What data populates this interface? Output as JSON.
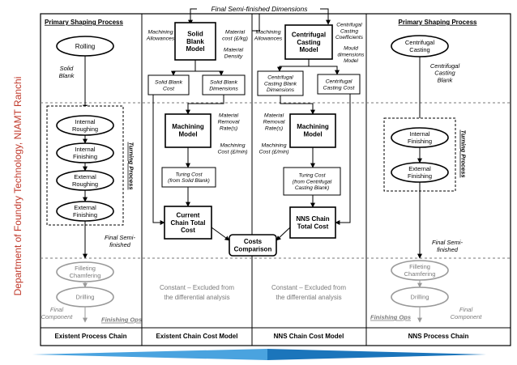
{
  "side_label": "Department of Foundry Technology, NIAMT Ranchi",
  "colors": {
    "line": "#000000",
    "gray": "#999999",
    "gray_text": "#7a7a7a",
    "side_text": "#c0392b",
    "bar_light": "#4aa3df",
    "bar_dark": "#1b75bb"
  },
  "top_title": "Final Semi-finished Dimensions",
  "columns": {
    "existent_process_chain": "Existent Process Chain",
    "existent_chain_cost_model": "Existent Chain Cost Model",
    "nns_chain_cost_model": "NNS Chain Cost Model",
    "nns_process_chain": "NNS Process Chain"
  },
  "left_chain": {
    "heading": "Primary Shaping Process",
    "rolling": "Rolling",
    "solid_blank": [
      "Solid",
      "Blank"
    ],
    "turning_process": "Turning Process",
    "ops": [
      [
        "Internal",
        "Roughing"
      ],
      [
        "Internal",
        "Finishing"
      ],
      [
        "External",
        "Roughing"
      ],
      [
        "External",
        "Finishing"
      ]
    ],
    "final_semi": [
      "Final Semi-",
      "finished"
    ],
    "filleting": [
      "Filleting",
      "Chamfering"
    ],
    "drilling": "Drilling",
    "final_component": [
      "Final",
      "Component"
    ],
    "finishing_ops": "Finishing Ops"
  },
  "right_chain": {
    "heading": "Primary Shaping Process",
    "centrifugal_casting": [
      "Centrifugal",
      "Casting"
    ],
    "centrifugal_casting_blank": [
      "Centrifugal",
      "Casting",
      "Blank"
    ],
    "turning_process": "Turning Process",
    "ops": [
      [
        "Internal",
        "Finishing"
      ],
      [
        "External",
        "Finishing"
      ]
    ],
    "final_semi": [
      "Final Semi-",
      "finished"
    ],
    "filleting": [
      "Filleting",
      "Chamfering"
    ],
    "drilling": "Drilling",
    "finishing_ops": "Finishing Ops",
    "final_component": [
      "Final",
      "Component"
    ]
  },
  "existent_cost": {
    "machining_allowances": [
      "Machining",
      "Allowances"
    ],
    "solid_blank_model": [
      "Solid",
      "Blank",
      "Model"
    ],
    "material_cost": [
      "Material",
      "cost (£/kg)"
    ],
    "material_density": [
      "Material",
      "Density"
    ],
    "solid_blank_cost": [
      "Solid Blank",
      "Cost"
    ],
    "solid_blank_dimensions": [
      "Solid Blank",
      "Dimensions"
    ],
    "machining_model": [
      "Machining",
      "Model"
    ],
    "material_removal_rate": [
      "Material",
      "Removal",
      "Rate(s)"
    ],
    "machining_cost": [
      "Machining",
      "Cost (£/min)"
    ],
    "turing_cost": [
      "Turing Cost",
      "(from Solid Blank)"
    ],
    "current_chain_total_cost": [
      "Current",
      "Chain Total",
      "Cost"
    ],
    "constant_excluded": [
      "Constant – Excluded from",
      "the differential analysis"
    ]
  },
  "nns_cost": {
    "machining_allowances": [
      "Machining",
      "Allowances"
    ],
    "centrifugal_casting_model": [
      "Centrifugal",
      "Casting",
      "Model"
    ],
    "casting_coefficients": [
      "Centrifugal",
      "Casting",
      "Coefficients"
    ],
    "mould_dimensions_model": [
      "Mould",
      "dimensions",
      "Model"
    ],
    "casting_blank_dimensions": [
      "Centrifugal",
      "Casting Blank",
      "Dimensions"
    ],
    "casting_cost": [
      "Centrifugal",
      "Casting Cost"
    ],
    "material_removal_rate": [
      "Material",
      "Removal",
      "Rate(s)"
    ],
    "machining_cost": [
      "Machining",
      "Cost (£/min)"
    ],
    "machining_model": [
      "Machining",
      "Model"
    ],
    "turing_cost": [
      "Turing Cost",
      "(from Centrifugal",
      "Casting Blank)"
    ],
    "nns_chain_total_cost": [
      "NNS Chain",
      "Total Cost"
    ],
    "constant_excluded": [
      "Constant – Excluded from",
      "the differential analysis"
    ]
  },
  "costs_comparison": [
    "Costs",
    "Comparison"
  ]
}
